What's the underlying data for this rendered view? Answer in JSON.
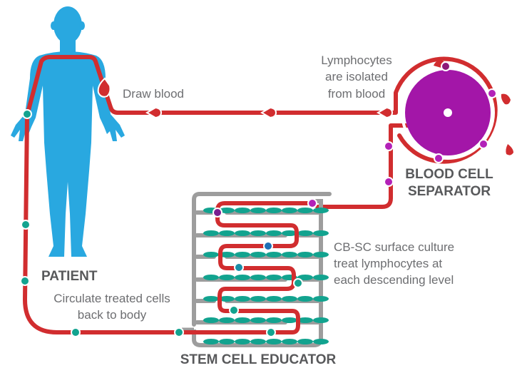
{
  "colors": {
    "body": "#29a8e0",
    "tube": "#d12d2f",
    "teal": "#12a38f",
    "magenta": "#b321b8",
    "separator": "#a316a8",
    "frame": "#9d9d9d",
    "dark_purple": "#7a1f8f",
    "blue_dot": "#1e6fb5",
    "text": "#6d6e71",
    "heading": "#58595b"
  },
  "labels": {
    "patient": "PATIENT",
    "draw_blood": "Draw blood",
    "lymphocytes_1": "Lymphocytes",
    "lymphocytes_2": "are isolated",
    "lymphocytes_3": "from blood",
    "separator_1": "BLOOD CELL",
    "separator_2": "SEPARATOR",
    "culture_1": "CB-SC surface culture",
    "culture_2": "treat lymphocytes at",
    "culture_3": "each descending level",
    "circulate_1": "Circulate treated cells",
    "circulate_2": "back to body",
    "educator": "STEM CELL EDUCATOR"
  }
}
